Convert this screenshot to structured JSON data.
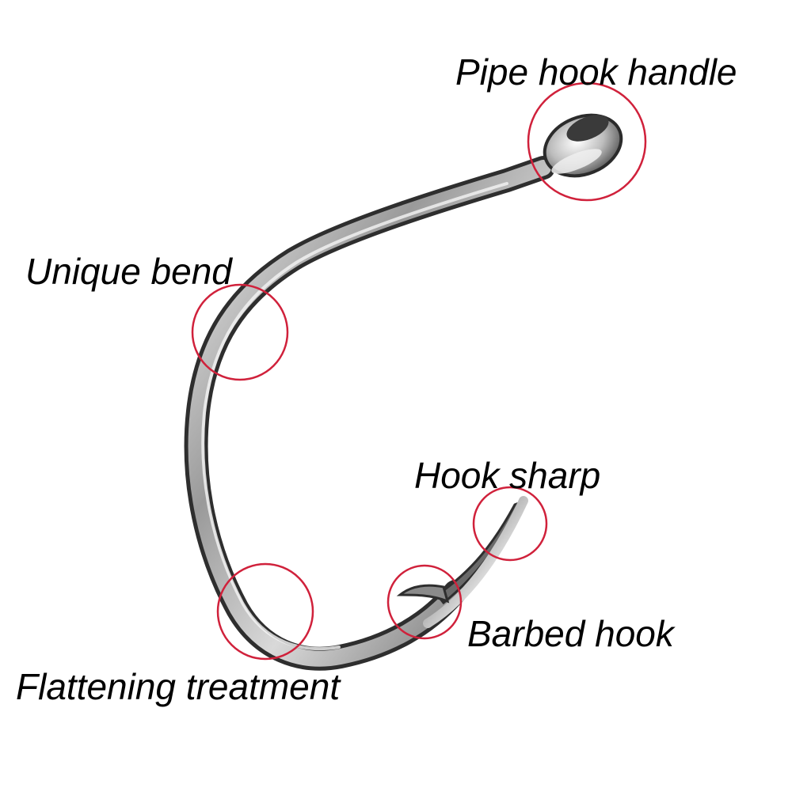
{
  "labels": {
    "pipe_hook_handle": "Pipe hook handle",
    "unique_bend": "Unique bend",
    "hook_sharp": "Hook sharp",
    "barbed_hook": "Barbed hook",
    "flattening_treatment": "Flattening treatment"
  },
  "colors": {
    "highlight_circle": "#d0213b",
    "hook_metal_dark": "#3a3a3a",
    "hook_metal_light": "#e6e6e6",
    "label_text": "#000000",
    "background": "#ffffff"
  }
}
